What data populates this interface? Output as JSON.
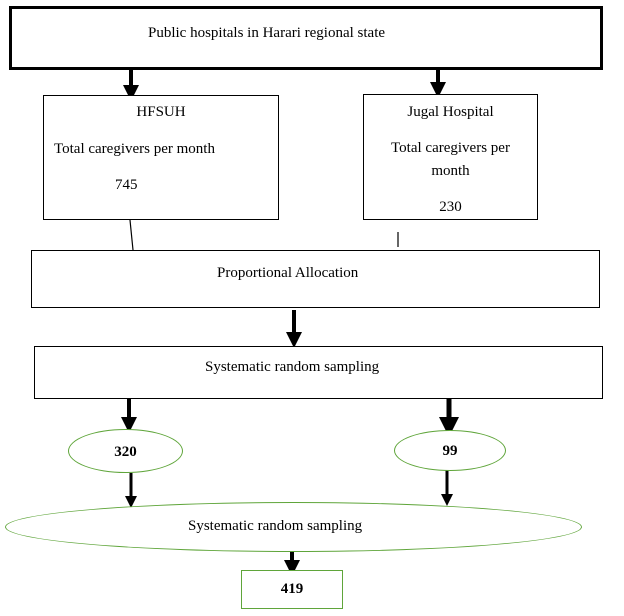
{
  "diagram": {
    "top": {
      "label": "Public hospitals in Harari regional state"
    },
    "hfsuh": {
      "name": "HFSUH",
      "line1": "Total caregivers per month",
      "value": "745"
    },
    "jugal": {
      "name": "Jugal Hospital",
      "line1": "Total caregivers per",
      "line2": "month",
      "value": "230"
    },
    "allocation": {
      "label": "Proportional Allocation"
    },
    "sampling": {
      "label": "Systematic random sampling"
    },
    "sample_left": {
      "value": "320"
    },
    "sample_right": {
      "value": "99"
    },
    "sampling_ellipse": {
      "label": "Systematic random sampling"
    },
    "total": {
      "value": "419"
    }
  },
  "colors": {
    "border": "#000000",
    "ellipse_border": "#5fa53a"
  }
}
